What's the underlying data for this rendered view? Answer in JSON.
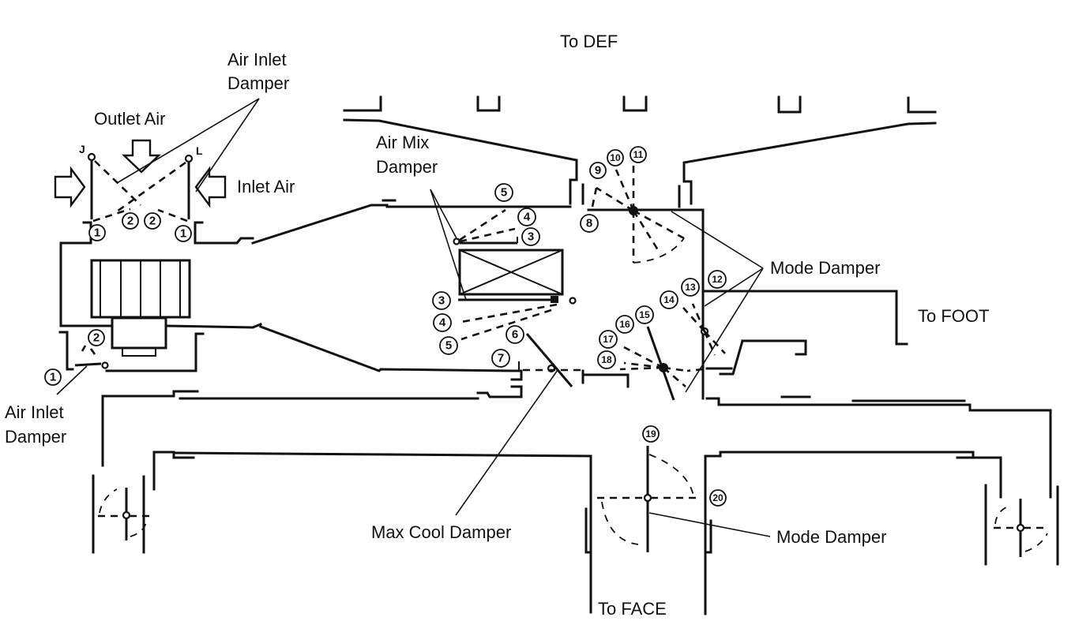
{
  "diagram": {
    "title": "Air conditioning unit airflow and damper layout",
    "labels": {
      "to_def": "To DEF",
      "to_foot": "To FOOT",
      "to_face": "To FACE",
      "outlet_air": "Outlet Air",
      "inlet_air": "Inlet Air",
      "air_inlet_damper_top_line1": "Air Inlet",
      "air_inlet_damper_top_line2": "Damper",
      "air_inlet_damper_bottom_line1": "Air Inlet",
      "air_inlet_damper_bottom_line2": "Damper",
      "air_mix_damper_line1": "Air Mix",
      "air_mix_damper_line2": "Damper",
      "mode_damper_upper": "Mode Damper",
      "mode_damper_lower": "Mode Damper",
      "max_cool_damper": "Max Cool Damper"
    },
    "callouts": {
      "c1a": "1",
      "c1b": "1",
      "c1c": "1",
      "c2a": "2",
      "c2b": "2",
      "c2c": "2",
      "c3a": "3",
      "c3b": "3",
      "c4a": "4",
      "c4b": "4",
      "c5a": "5",
      "c5b": "5",
      "c6": "6",
      "c7": "7",
      "c8": "8",
      "c9": "9",
      "c10": "10",
      "c11": "11",
      "c12": "12",
      "c13": "13",
      "c14": "14",
      "c15": "15",
      "c16": "16",
      "c17": "17",
      "c18": "18",
      "c19": "19",
      "c20": "20"
    },
    "pivot_markers": {
      "top_left": "J",
      "top_right": "L"
    }
  }
}
